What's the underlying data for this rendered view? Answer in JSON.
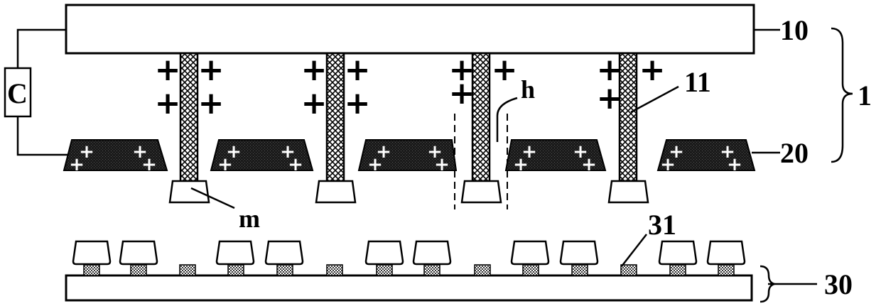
{
  "labels": {
    "top_plate": "10",
    "pillar": "11",
    "electrode": "20",
    "assembly": "1",
    "substrate": "30",
    "pad": "31",
    "chip": "m",
    "gap": "h",
    "capacitor": "C"
  },
  "charge_symbol": "+",
  "colors": {
    "stroke": "#000000",
    "background": "#ffffff",
    "electrode_fill": "#111111",
    "pad_fill": "#6a6a6a"
  }
}
